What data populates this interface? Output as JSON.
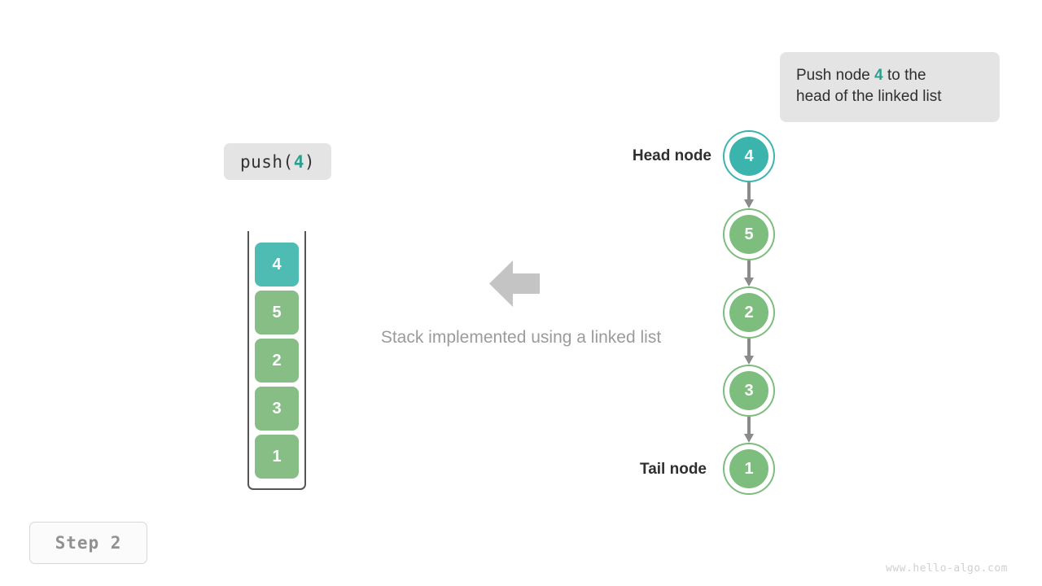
{
  "callout": {
    "line1_prefix": "Push node ",
    "line1_accent": "4",
    "line1_suffix": " to the",
    "line2": "head of the linked list",
    "background": "#e4e4e4",
    "accent_color": "#2e9e8f"
  },
  "operation": {
    "label_prefix": "push(",
    "label_accent": "4",
    "label_suffix": ")"
  },
  "stack": {
    "cells": [
      {
        "value": "4",
        "color": "#4fbcb4",
        "highlighted": true
      },
      {
        "value": "5",
        "color": "#86be86",
        "highlighted": false
      },
      {
        "value": "2",
        "color": "#86be86",
        "highlighted": false
      },
      {
        "value": "3",
        "color": "#86be86",
        "highlighted": false
      },
      {
        "value": "1",
        "color": "#86be86",
        "highlighted": false
      }
    ]
  },
  "center": {
    "arrow_icon": "arrow-left-icon",
    "arrow_color": "#c4c4c4",
    "caption": "Stack implemented using a linked list"
  },
  "linked_list": {
    "head_label": "Head node",
    "tail_label": "Tail node",
    "nodes": [
      {
        "value": "4",
        "color": "#3cb4ae",
        "highlighted": true
      },
      {
        "value": "5",
        "color": "#7dbd7d",
        "highlighted": false
      },
      {
        "value": "2",
        "color": "#7dbd7d",
        "highlighted": false
      },
      {
        "value": "3",
        "color": "#7dbd7d",
        "highlighted": false
      },
      {
        "value": "1",
        "color": "#7dbd7d",
        "highlighted": false
      }
    ],
    "connector_color": "#8a8a8a"
  },
  "step_badge": {
    "label": "Step 2"
  },
  "watermark": {
    "text": "www.hello-algo.com"
  }
}
